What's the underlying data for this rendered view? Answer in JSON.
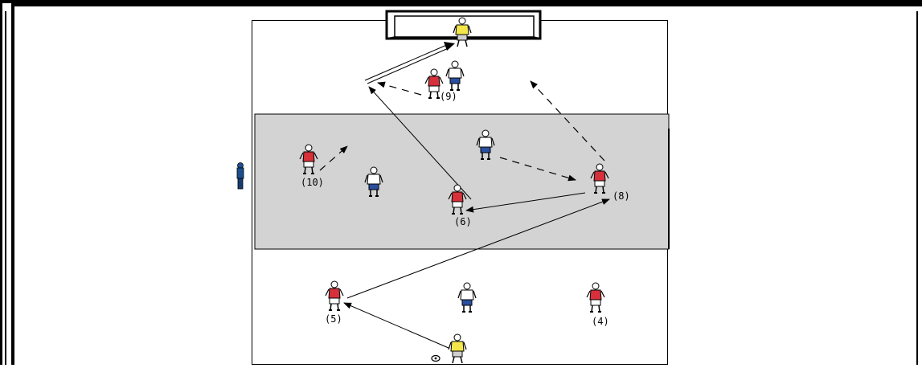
{
  "diagram": {
    "player_labels": {
      "p10": "(10)",
      "p9": "(9)",
      "p6": "(6)",
      "p8": "(8)",
      "p5": "(5)",
      "p4": "(4)"
    },
    "colors": {
      "attacker_shirt": "#d6303a",
      "defender_shorts": "#2a4fa0",
      "goalkeeper_shirt": "#f2e64a",
      "zone_fill": "#d3d3d3",
      "line": "#000000",
      "coach": "#1c4f8f"
    }
  }
}
